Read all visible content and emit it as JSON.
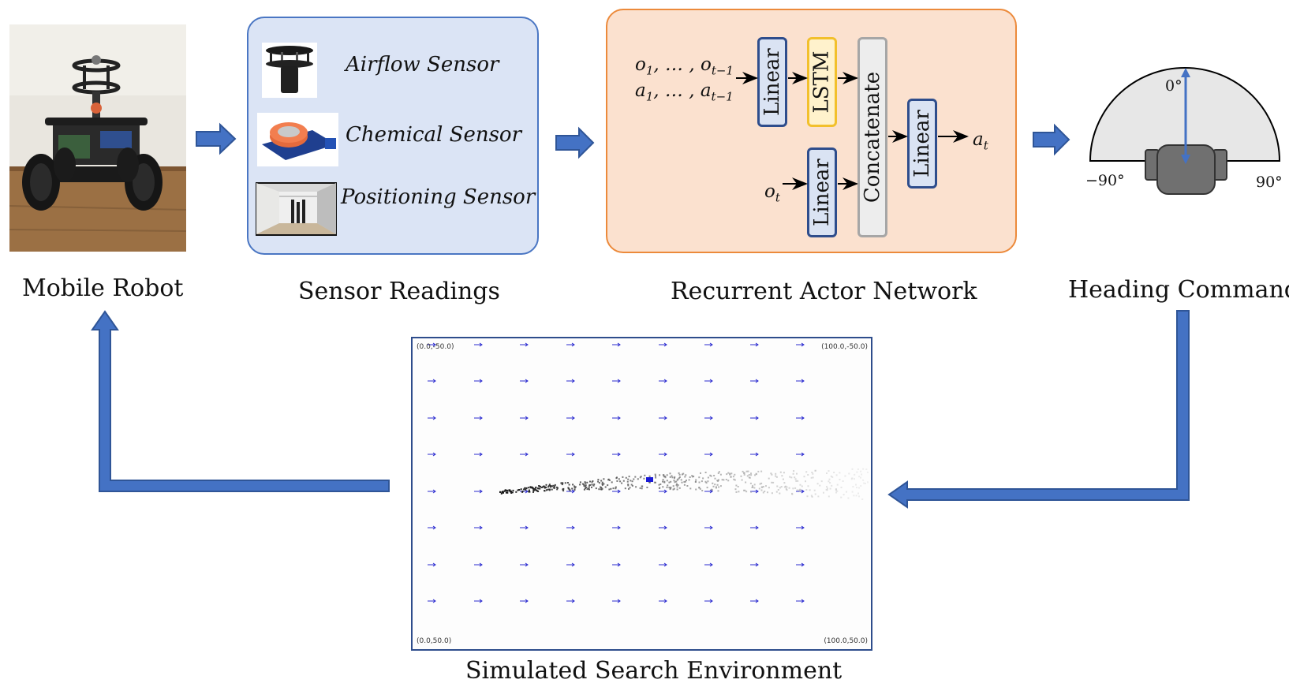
{
  "captions": {
    "mobile_robot": "Mobile Robot",
    "sensor_readings": "Sensor Readings",
    "actor_network": "Recurrent Actor Network",
    "heading_command": "Heading Command",
    "sim_env": "Simulated Search Environment"
  },
  "sensors": [
    {
      "label": "Airflow Sensor",
      "icon": "anemometer-icon"
    },
    {
      "label": "Chemical Sensor",
      "icon": "gas-sensor-icon"
    },
    {
      "label": "Positioning Sensor",
      "icon": "room-photo-icon"
    }
  ],
  "network": {
    "input_history_obs_base": "o",
    "input_history_obs_sub1": "1",
    "input_history_sep": ", … , ",
    "input_history_obs_sub2": "t−1",
    "input_history_act_base": "a",
    "input_history_act_sub1": "1",
    "input_history_act_sub2": "t−1",
    "input_current_base": "o",
    "input_current_sub": "t",
    "linear_top": "Linear",
    "lstm": "LSTM",
    "linear_bottom": "Linear",
    "concatenate": "Concatenate",
    "linear_out": "Linear",
    "output_base": "a",
    "output_sub": "t"
  },
  "heading": {
    "zero": "0°",
    "minus90": "−90°",
    "plus90": "90°"
  },
  "sim": {
    "corners": {
      "top_left": "(0.0,-50.0)",
      "top_right": "(100.0,-50.0)",
      "bottom_left": "(0.0,50.0)",
      "bottom_right": "(100.0,50.0)"
    }
  },
  "colors": {
    "flow_arrow": "#4472c4",
    "sensor_panel": "#dbe4f5",
    "actor_panel": "#fbe1cf",
    "linear_box": "#dae3f3",
    "lstm_box": "#fff2cc",
    "concat_box": "#ededed"
  }
}
